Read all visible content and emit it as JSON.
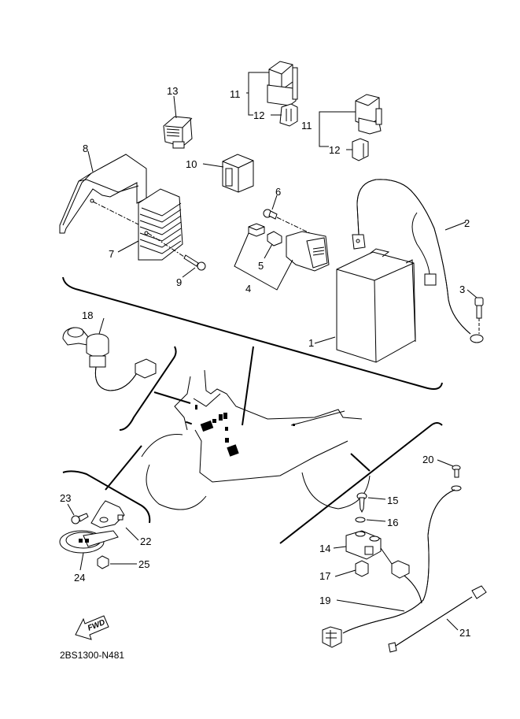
{
  "diagram": {
    "title_code": "2BS1300-N481",
    "direction_arrow": "FWD",
    "callouts": [
      {
        "id": "1",
        "part": "battery"
      },
      {
        "id": "2",
        "part": "battery-lead-harness"
      },
      {
        "id": "3",
        "part": "bolt"
      },
      {
        "id": "4",
        "part": "starter-relay-assembly"
      },
      {
        "id": "5",
        "part": "fuse"
      },
      {
        "id": "6",
        "part": "bolt"
      },
      {
        "id": "7",
        "part": "rectifier-regulator"
      },
      {
        "id": "8",
        "part": "cover"
      },
      {
        "id": "9",
        "part": "bolt"
      },
      {
        "id": "10",
        "part": "relay"
      },
      {
        "id": "11",
        "part": "relay"
      },
      {
        "id": "12",
        "part": "connector"
      },
      {
        "id": "13",
        "part": "relay"
      },
      {
        "id": "14",
        "part": "connector-holder"
      },
      {
        "id": "15",
        "part": "screw"
      },
      {
        "id": "16",
        "part": "washer"
      },
      {
        "id": "17",
        "part": "nut"
      },
      {
        "id": "18",
        "part": "accessory-socket"
      },
      {
        "id": "19",
        "part": "sub-wire-harness"
      },
      {
        "id": "20",
        "part": "bolt"
      },
      {
        "id": "21",
        "part": "lead-wire"
      },
      {
        "id": "22",
        "part": "horn-bracket"
      },
      {
        "id": "23",
        "part": "bolt"
      },
      {
        "id": "24",
        "part": "horn"
      },
      {
        "id": "25",
        "part": "nut"
      }
    ]
  }
}
